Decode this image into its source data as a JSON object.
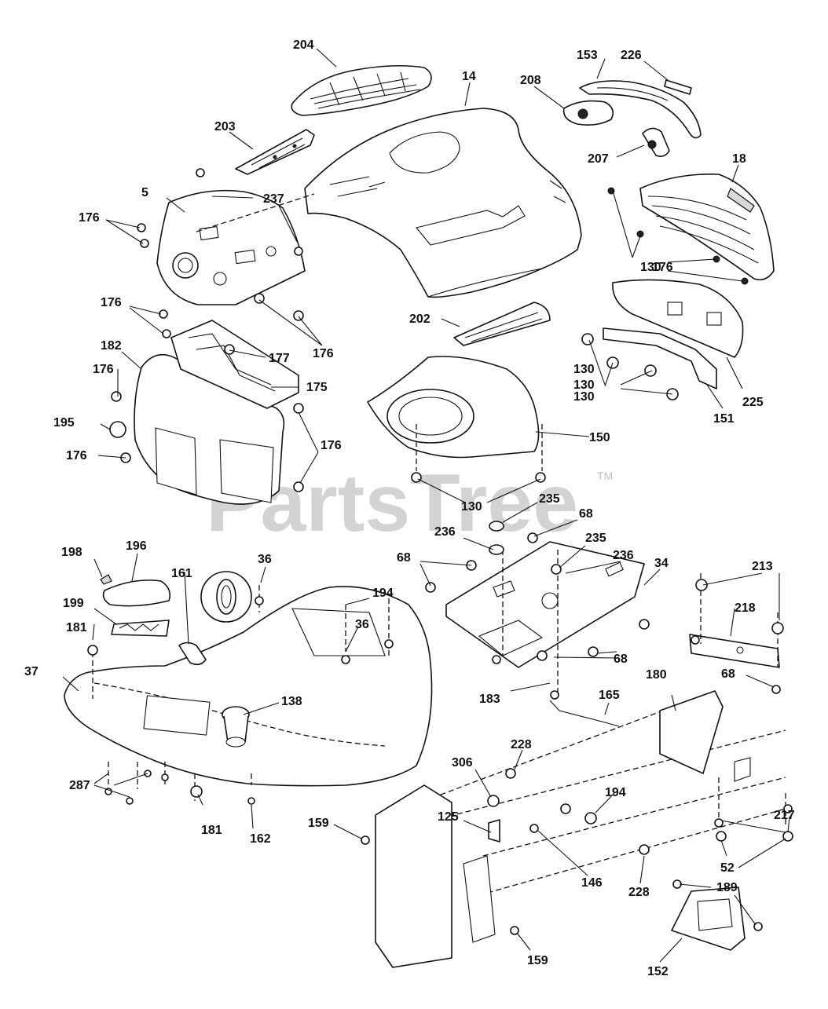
{
  "watermark": {
    "text": "PartsTree",
    "trademark": "TM"
  },
  "callouts": [
    "204",
    "14",
    "153",
    "226",
    "208",
    "203",
    "207",
    "18",
    "5",
    "237",
    "176",
    "176",
    "130",
    "130",
    "176",
    "176",
    "182",
    "177",
    "202",
    "176",
    "175",
    "130",
    "130",
    "225",
    "151",
    "195",
    "150",
    "176",
    "176",
    "130",
    "235",
    "68",
    "236",
    "235",
    "198",
    "196",
    "68",
    "236",
    "34",
    "213",
    "161",
    "36",
    "194",
    "218",
    "199",
    "181",
    "36",
    "37",
    "68",
    "68",
    "183",
    "180",
    "165",
    "138",
    "228",
    "306",
    "194",
    "217",
    "287",
    "125",
    "159",
    "52",
    "181",
    "162",
    "146",
    "228",
    "189",
    "159",
    "152"
  ]
}
